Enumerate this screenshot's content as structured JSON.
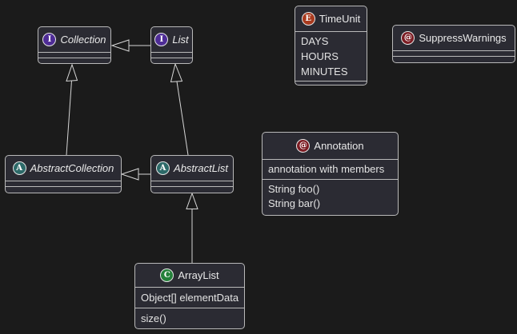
{
  "diagram": {
    "kind": "uml-class-diagram",
    "colors": {
      "background": "#1b1b1b",
      "node_fill": "#2b2b33",
      "node_border": "#b9b9b9",
      "text": "#e9e9e9",
      "arrow": "#d6d6d6",
      "spot_interface": "#4e2c96",
      "spot_abstract": "#2d6a69",
      "spot_class": "#24803a",
      "spot_enum": "#a83a1e",
      "spot_annotation": "#7d1d24"
    },
    "nodes": {
      "collection": {
        "kind": "interface",
        "spot_letter": "I",
        "name": "Collection"
      },
      "list": {
        "kind": "interface",
        "spot_letter": "I",
        "name": "List"
      },
      "timeunit": {
        "kind": "enum",
        "spot_letter": "E",
        "name": "TimeUnit",
        "values": [
          "DAYS",
          "HOURS",
          "MINUTES"
        ]
      },
      "suppresswarnings": {
        "kind": "annotation",
        "spot_letter": "@",
        "name": "SuppressWarnings"
      },
      "annotation": {
        "kind": "annotation",
        "spot_letter": "@",
        "name": "Annotation",
        "fields": [
          "annotation with members"
        ],
        "methods": [
          "String foo()",
          "String bar()"
        ]
      },
      "abstractcollection": {
        "kind": "abstract-class",
        "spot_letter": "A",
        "name": "AbstractCollection"
      },
      "abstractlist": {
        "kind": "abstract-class",
        "spot_letter": "A",
        "name": "AbstractList"
      },
      "arraylist": {
        "kind": "class",
        "spot_letter": "C",
        "name": "ArrayList",
        "fields": [
          "Object[] elementData"
        ],
        "methods": [
          "size()"
        ]
      }
    },
    "edges": [
      {
        "from": "List",
        "to": "Collection",
        "type": "extends"
      },
      {
        "from": "AbstractCollection",
        "to": "Collection",
        "type": "extends"
      },
      {
        "from": "AbstractList",
        "to": "List",
        "type": "extends"
      },
      {
        "from": "AbstractList",
        "to": "AbstractCollection",
        "type": "extends"
      },
      {
        "from": "ArrayList",
        "to": "AbstractList",
        "type": "extends"
      }
    ]
  }
}
